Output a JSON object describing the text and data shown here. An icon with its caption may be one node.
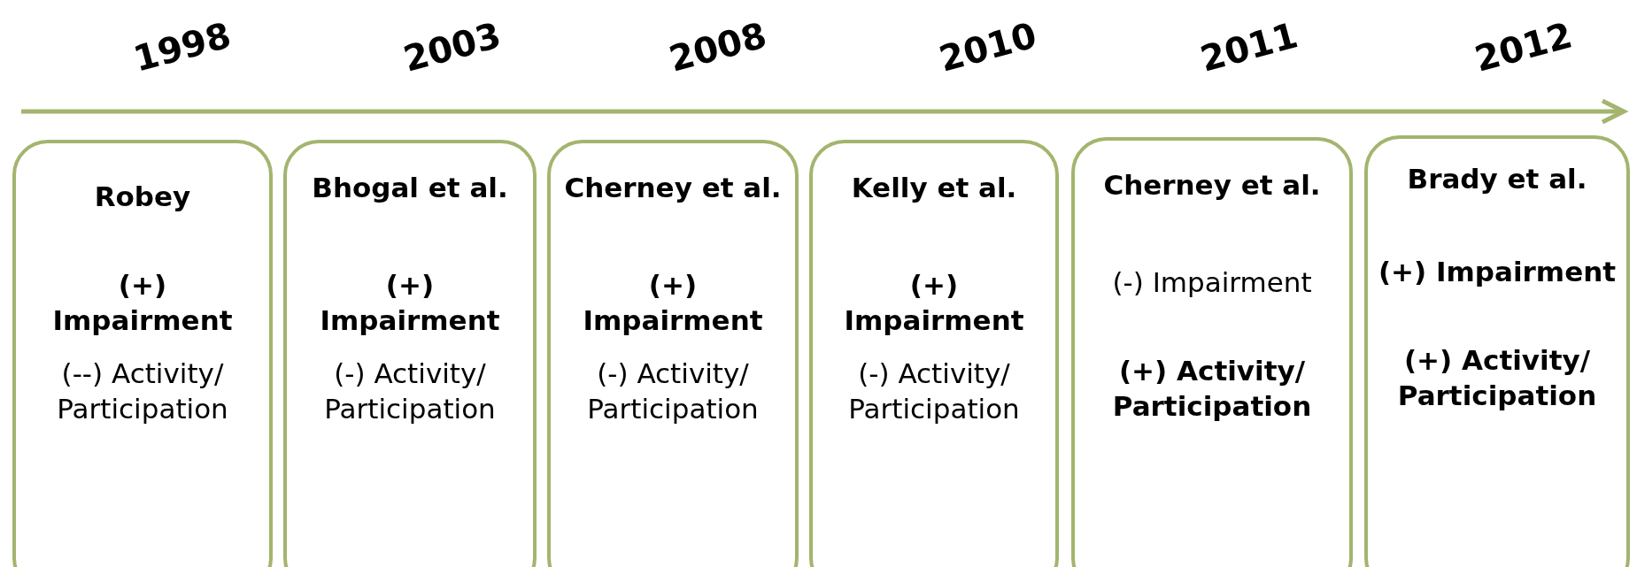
{
  "diagram": {
    "nodes": [
      {
        "text": [
          "Robey",
          "(+) Impairment",
          "(--) Activity/ Participation"
        ]
      },
      {
        "text": [
          "Bhogal et al.",
          "(+) Impairment",
          "(-) Activity/ Participation"
        ]
      },
      {
        "text": [
          "Cherney et al.",
          "(+) Impairment",
          "(-) Activity/ Participation"
        ]
      },
      {
        "text": [
          "Kelly et al.",
          "(+) Impairment",
          "(-) Activity/ Participation"
        ]
      },
      {
        "text": [
          "Cherney et al.",
          "(-) Impairment",
          "(+) Activity/ Participation"
        ]
      },
      {
        "text": [
          "Brady et al.",
          "(+) Impairment",
          "(+) Activity/ Participation"
        ]
      }
    ],
    "edges": [],
    "labels": [
      "1998",
      "2003",
      "2008",
      "2010",
      "2011",
      "2012"
    ]
  }
}
